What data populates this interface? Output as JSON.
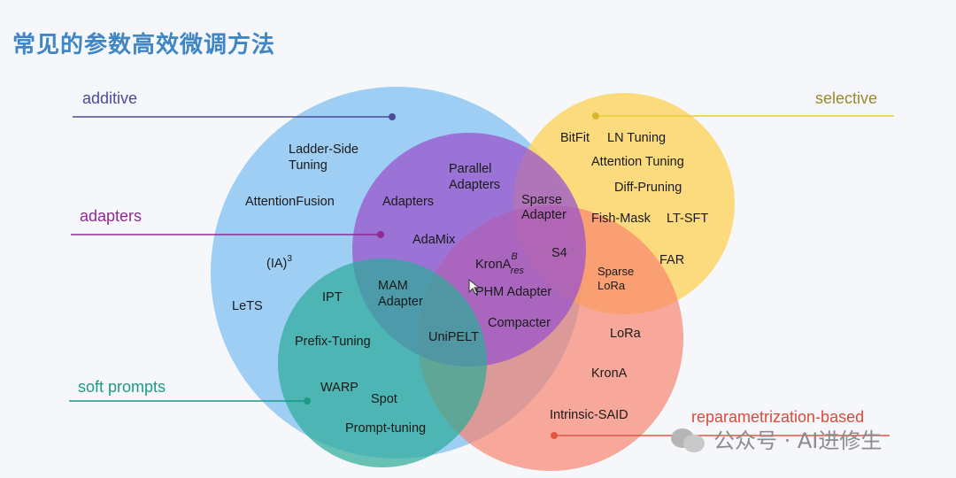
{
  "title": "常见的参数高效微调方法",
  "categories": {
    "additive": {
      "label": "additive",
      "color": "#4a4c9a"
    },
    "selective": {
      "label": "selective",
      "color": "#9a8a2c"
    },
    "adapters": {
      "label": "adapters",
      "color": "#8e2b94"
    },
    "soft_prompts": {
      "label": "soft prompts",
      "color": "#1d9a86"
    },
    "reparam": {
      "label": "reparametrization-based",
      "color": "#d94a3a"
    }
  },
  "circles": {
    "additive": "#8ec7f2",
    "selective": "#fdd667",
    "reparam": "#f7826b",
    "adapters": "#9a54cc",
    "soft_prompts": "#2bab97"
  },
  "methods": {
    "ladder_side": [
      "Ladder-Side",
      "Tuning"
    ],
    "attention_fusion": "AttentionFusion",
    "ia3_base": "(IA)",
    "ia3_sup": "3",
    "lets": "LeTS",
    "adapters": "Adapters",
    "parallel_adapters": [
      "Parallel",
      "Adapters"
    ],
    "adamix": "AdaMix",
    "sparse_adapter": [
      "Sparse",
      "Adapter"
    ],
    "s4": "S4",
    "krona_res_base": "KronA",
    "krona_res_sup": "B",
    "krona_res_sub": "res",
    "mam_adapter": [
      "MAM",
      "Adapter"
    ],
    "phm_adapter": "PHM Adapter",
    "compacter": "Compacter",
    "unipelt": "UniPELT",
    "ipt": "IPT",
    "prefix_tuning": "Prefix-Tuning",
    "warp": "WARP",
    "spot": "Spot",
    "prompt_tuning": "Prompt-tuning",
    "bitfit": "BitFit",
    "ln_tuning": "LN Tuning",
    "attention_tuning": "Attention Tuning",
    "diff_pruning": "Diff-Pruning",
    "fish_mask": "Fish-Mask",
    "lt_sft": "LT-SFT",
    "far": "FAR",
    "sparse_lora": [
      "Sparse",
      "LoRa"
    ],
    "lora": "LoRa",
    "krona": "KronA",
    "intrinsic_said": "Intrinsic-SAID"
  },
  "watermark": "公众号 · AI进修生"
}
